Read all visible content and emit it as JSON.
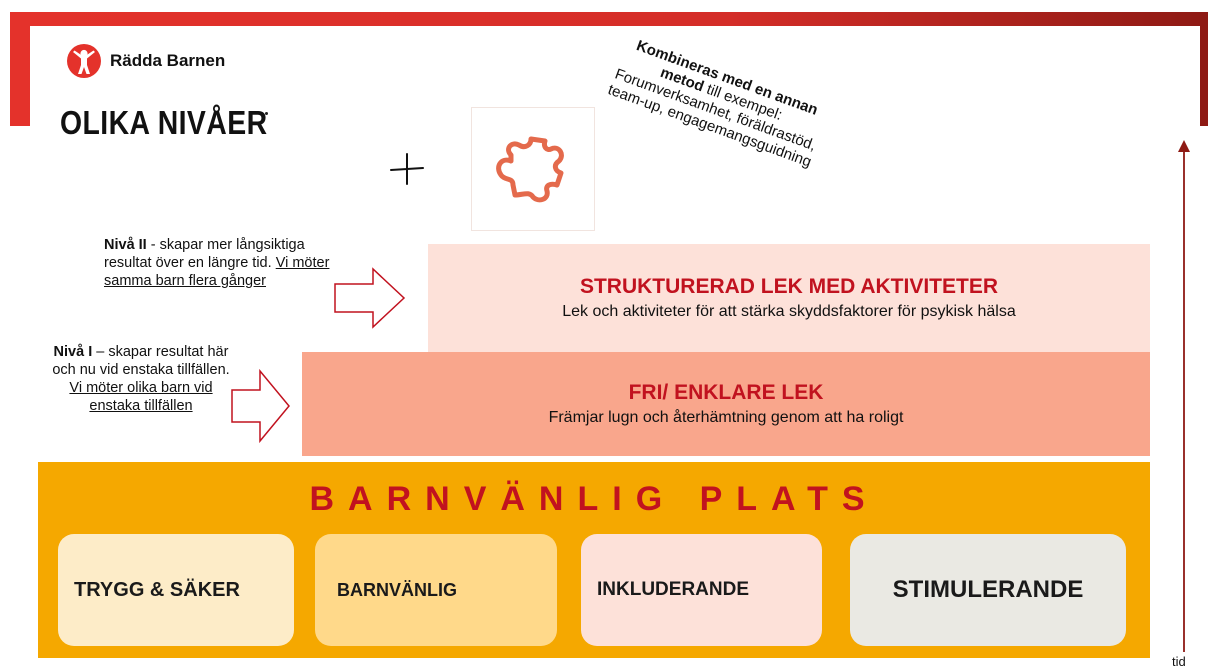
{
  "colors": {
    "frame_red": "#e4322b",
    "title_red": "#c1121f",
    "structured_bg": "#fde1d9",
    "free_bg": "#f9a68c",
    "band_yellow": "#f5a800",
    "arrow_red": "#8e1a14"
  },
  "icons": {
    "logo": "child-figure-icon",
    "plus": "plus-icon",
    "puzzle": "puzzle-piece-icon",
    "arrow": "outline-arrow-right-icon"
  },
  "logo": {
    "name": "Rädda Barnen"
  },
  "page": {
    "title": "OLIKA NIVÅER"
  },
  "note": {
    "bold1": "Kombineras med en annan",
    "bold2": "metod",
    "rest": " till exempel: Forumverksamhet, föräldrastöd, team-up, engagemangsguidning"
  },
  "level2": {
    "label": "Nivå II",
    "text": " - skapar mer långsiktiga resultat över en längre tid. ",
    "underlined": "Vi möter samma barn flera gånger"
  },
  "level1": {
    "label": "Nivå I",
    "text": " – skapar resultat här och nu vid enstaka tillfällen. ",
    "underlined": "Vi möter olika  barn vid enstaka tillfällen"
  },
  "structured": {
    "title": "STRUKTURERAD LEK MED AKTIVITETER",
    "description": "Lek och aktiviteter för att stärka skyddsfaktorer för psykisk hälsa"
  },
  "free_play": {
    "title": "FRI/ ENKLARE LEK",
    "description": "Främjar lugn och återhämtning genom att ha roligt"
  },
  "foundation": {
    "title": "BARNVÄNLIG PLATS",
    "cards": [
      {
        "label": "TRYGG & SÄKER"
      },
      {
        "label": "BARNVÄNLIG"
      },
      {
        "label": "INKLUDERANDE"
      },
      {
        "label": "STIMULERANDE"
      }
    ]
  },
  "axis": {
    "label": "tid"
  }
}
